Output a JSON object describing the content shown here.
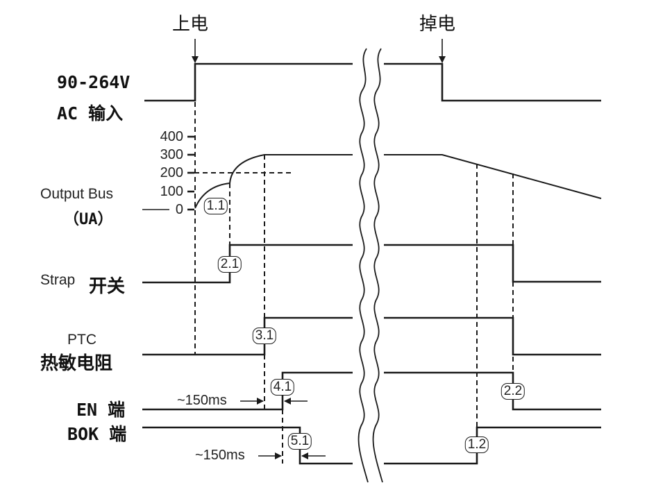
{
  "events": {
    "power_on": "上电",
    "power_off": "掉电"
  },
  "signals": {
    "ac": {
      "line1": "90-264V",
      "line2": "AC 输入"
    },
    "output_bus": {
      "line1": "Output Bus",
      "line2": "（UA）",
      "ticks": [
        "400",
        "300",
        "200",
        "100",
        "0"
      ]
    },
    "strap": {
      "latin": "Strap",
      "cn": "开关"
    },
    "ptc": {
      "line1": "PTC",
      "line2": "热敏电阻"
    },
    "en": "EN 端",
    "bok": "BOK 端"
  },
  "markers": [
    "1.1",
    "2.1",
    "3.1",
    "4.1",
    "5.1",
    "1.2",
    "2.2"
  ],
  "delays": {
    "en_delay": "~150ms",
    "bok_delay": "~150ms"
  },
  "colors": {
    "line": "#1a1a1a",
    "background": "#ffffff"
  }
}
